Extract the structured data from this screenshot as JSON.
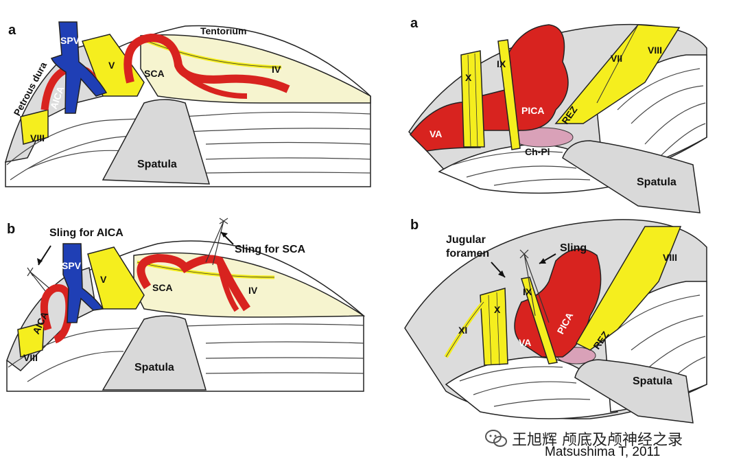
{
  "left_top": {
    "panel": "a",
    "tentorium": "Tentorium",
    "petrous_dura": "Petrous dura",
    "spv": "SPV",
    "v": "V",
    "aica": "AICA",
    "sca": "SCA",
    "iv": "IV",
    "viii": "VIII",
    "spatula": "Spatula"
  },
  "left_bottom": {
    "panel": "b",
    "sling_aica": "Sling for AICA",
    "sling_sca": "Sling for SCA",
    "spv": "SPV",
    "v": "V",
    "aica": "AICA",
    "sca": "SCA",
    "iv": "IV",
    "viii": "VIII",
    "spatula": "Spatula"
  },
  "right_top": {
    "panel": "a",
    "x": "X",
    "ix": "IX",
    "vii": "VII",
    "viii": "VIII",
    "pica": "PICA",
    "rez": "REZ",
    "va": "VA",
    "chpl": "Ch-Pl",
    "spatula": "Spatula"
  },
  "right_bottom": {
    "panel": "b",
    "jugular": "Jugular",
    "foramen": "foramen",
    "sling": "Sling",
    "x": "X",
    "ix": "IX",
    "xi": "XI",
    "va": "VA",
    "pica": "PICA",
    "rez": "REZ",
    "viii": "VIII",
    "spatula": "Spatula"
  },
  "watermark": "王旭辉 颅底及颅神经之录",
  "credit": "Matsushima T, 2011",
  "colors": {
    "artery": "#d8231f",
    "vein": "#1f3fb5",
    "nerve": "#f5ee1e",
    "tentorium": "#f6f4cf",
    "dura": "#dcdcdc",
    "spatula": "#d9d9d9",
    "choroid": "#d9a1b8"
  }
}
